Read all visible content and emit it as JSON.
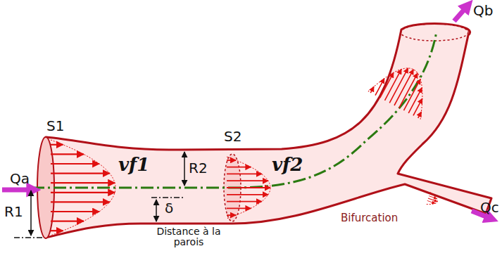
{
  "diagram": {
    "labels": [
      "Qa",
      "S1",
      "R1",
      "vf1",
      "R2",
      "δ",
      "Distance à la parois",
      "S2",
      "vf2",
      "Qb",
      "Qc",
      "Bifurcation"
    ]
  }
}
